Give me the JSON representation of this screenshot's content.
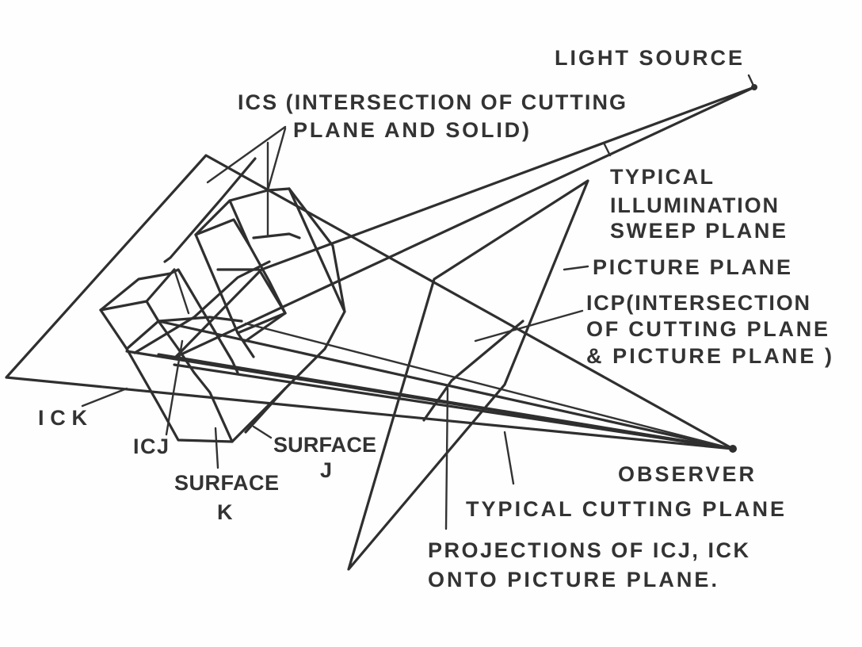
{
  "figure": {
    "labels": {
      "light_source": "LIGHT SOURCE",
      "ics_line1": "ICS (INTERSECTION OF CUTTING",
      "ics_line2": "PLANE AND SOLID)",
      "sweep_line1": "TYPICAL",
      "sweep_line2": "ILLUMINATION",
      "sweep_line3": "SWEEP PLANE",
      "picture_plane": "PICTURE PLANE",
      "icp_line1": "ICP(INTERSECTION",
      "icp_line2": "OF CUTTING PLANE",
      "icp_line3": "& PICTURE PLANE )",
      "ick": "ICK",
      "icj": "ICJ",
      "surface_j_line1": "SURFACE",
      "surface_j_line2": "J",
      "surface_k_line1": "SURFACE",
      "surface_k_line2": "K",
      "observer": "OBSERVER",
      "cutting_plane": "TYPICAL CUTTING PLANE",
      "projections_line1": "PROJECTIONS OF ICJ, ICK",
      "projections_line2": "ONTO PICTURE PLANE."
    },
    "colors": {
      "ink": "#2f2f2f",
      "paper": "#fefefe"
    }
  }
}
